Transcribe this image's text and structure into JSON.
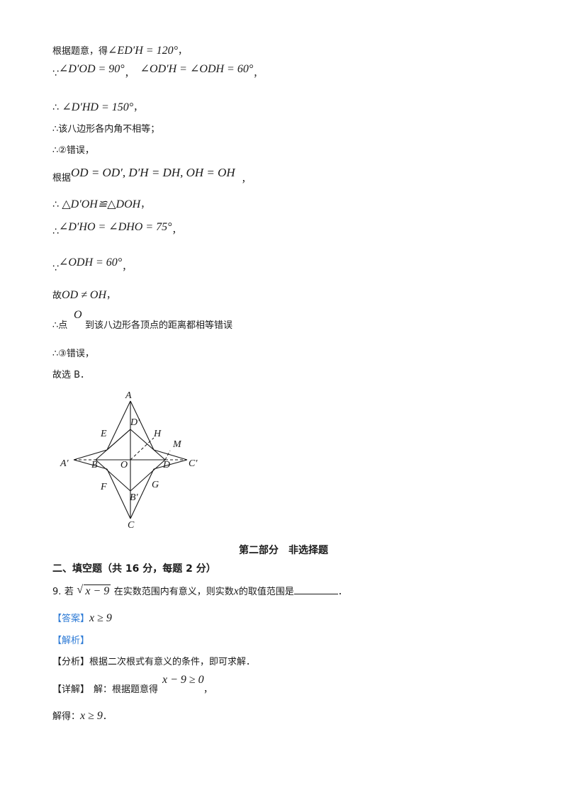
{
  "lines": {
    "l1_text": "根据题意，得",
    "l1_math": "∠ED′H = 120°",
    "l1_tail": "，",
    "l2_sym": "∵",
    "l2_math_a": "∠D′OD = 90°",
    "l2_sep": "，",
    "l2_math_b": "∠OD′H = ∠ODH = 60°",
    "l2_tail": "，",
    "l3_sym": "∴",
    "l3_math": "∠D′HD = 150°",
    "l3_tail": "，",
    "l4_text": "∴该八边形各内角不相等；",
    "l5_text": "∴②错误，",
    "l6_text": "根据",
    "l6_math": "OD = OD′, D′H = DH, OH = OH",
    "l6_tail": "，",
    "l7_sym": "∴",
    "l7_math": "△D′OH≌△DOH",
    "l7_tail": "，",
    "l8_sym": "∴",
    "l8_math": "∠D′HO = ∠DHO = 75°",
    "l8_tail": "，",
    "l9_sym": "∵",
    "l9_math": "∠ODH = 60°",
    "l9_tail": "，",
    "l10_text": "故",
    "l10_math": "OD ≠ OH",
    "l10_tail": "，",
    "l11_text_a": "∴点",
    "l11_math": "O",
    "l11_text_b": "到该八边形各顶点的距离都相等错误",
    "l12_text": "∴③错误，",
    "l13_text": "故选 B．"
  },
  "figure": {
    "labels": {
      "A": "A",
      "D_prime": "D′",
      "E": "E",
      "H": "H",
      "M": "M",
      "A_prime": "A′",
      "B": "B",
      "O": "O",
      "D": "D",
      "C_prime": "C′",
      "F": "F",
      "G": "G",
      "B_prime": "B′",
      "C": "C"
    }
  },
  "section": {
    "part_title": "第二部分　非选择题",
    "heading": "二、填空题（共 16 分，每题 2 分）"
  },
  "question": {
    "number": "9.",
    "text_a": "若",
    "radicand": "x − 9",
    "text_b": "在实数范围内有意义，则实数",
    "var": "x",
    "text_c": "的取值范围是",
    "end": "．"
  },
  "answer": {
    "tag": "【答案】",
    "value": "x ≥ 9"
  },
  "analysis": {
    "tag": "【解析】"
  },
  "fenxi": {
    "tag": "【分析】",
    "text": "根据二次根式有意义的条件，即可求解．"
  },
  "detail": {
    "tag": "【详解】",
    "text": "解：根据题意得",
    "math": "x − 9 ≥ 0",
    "tail": "，"
  },
  "solve": {
    "text": "解得：",
    "math": "x ≥ 9",
    "tail": "．"
  }
}
